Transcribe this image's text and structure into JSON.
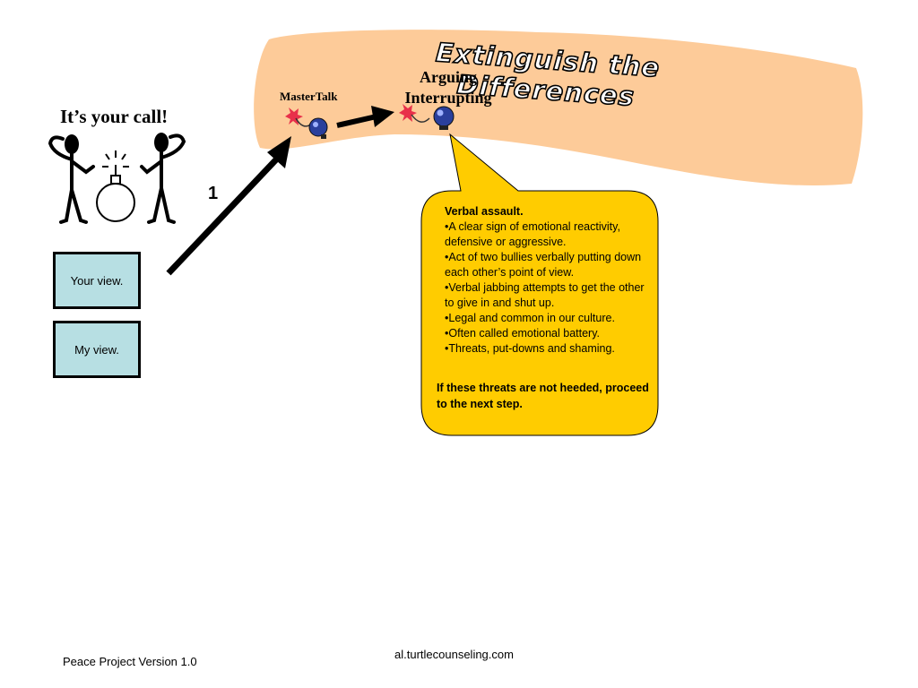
{
  "banner": {
    "title": "Extinguish the Differences",
    "labels": {
      "arguing": "Arguing",
      "interrupting": "Interrupting",
      "mastertalk": "MasterTalk"
    }
  },
  "left": {
    "heading": "It’s your call!",
    "step_number": "1",
    "buttons": {
      "your_view": "Your view.",
      "my_view": "My view."
    }
  },
  "callout": {
    "heading": "Verbal assault.",
    "bullets": [
      "A clear sign of emotional reactivity, defensive or aggressive.",
      "Act of two bullies verbally putting down each other’s point of view.",
      "Verbal jabbing attempts to get the other to give in and shut up.",
      "Legal and common in our culture.",
      "Often called emotional battery.",
      "Threats, put-downs and shaming."
    ],
    "footer": "If these threats are not heeded, proceed to the next step."
  },
  "footer": {
    "left": "Peace Project Version 1.0",
    "center": "al.turtlecounseling.com"
  },
  "colors": {
    "banner": "#fdcb99",
    "callout": "#ffcc00",
    "view_box": "#b7dfe3",
    "arrow": "#000000"
  },
  "icons": [
    "bomb-icon",
    "bomb-icon",
    "stick-figure-icon",
    "stick-figure-icon",
    "bomb-icon"
  ]
}
